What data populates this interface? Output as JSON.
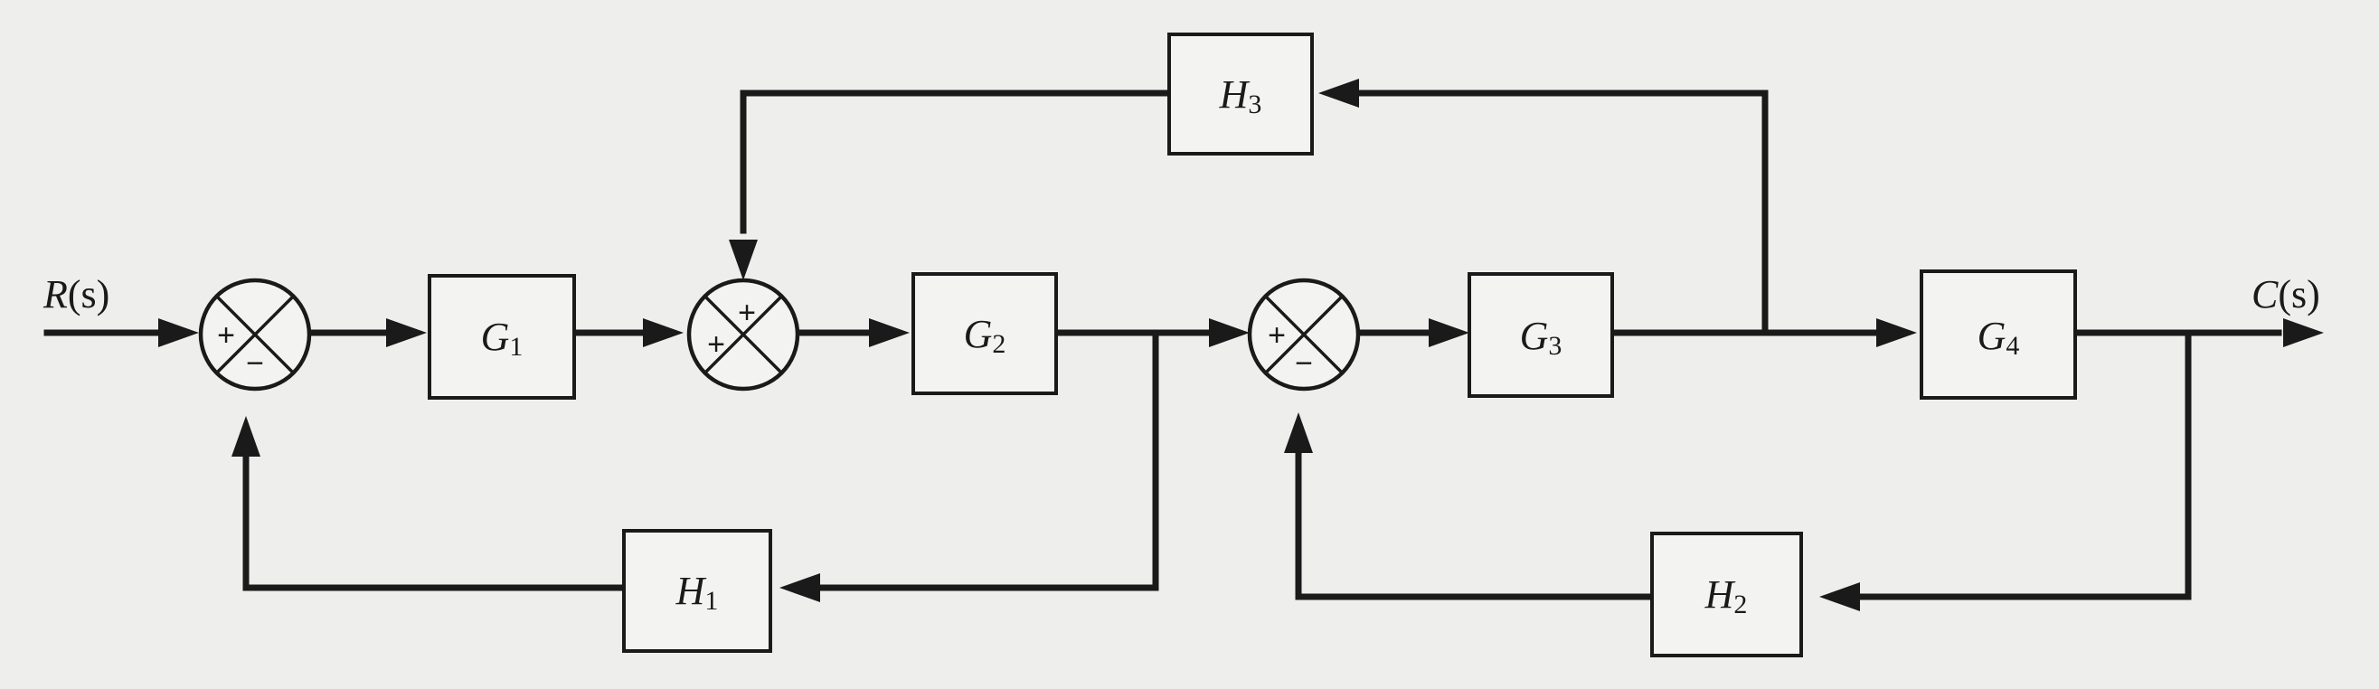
{
  "signals": {
    "input": {
      "name": "R",
      "arg": "(s)"
    },
    "output": {
      "name": "C",
      "arg": "(s)"
    }
  },
  "blocks": {
    "g1": {
      "name": "G",
      "sub": "1"
    },
    "g2": {
      "name": "G",
      "sub": "2"
    },
    "g3": {
      "name": "G",
      "sub": "3"
    },
    "g4": {
      "name": "G",
      "sub": "4"
    },
    "h1": {
      "name": "H",
      "sub": "1"
    },
    "h2": {
      "name": "H",
      "sub": "2"
    },
    "h3": {
      "name": "H",
      "sub": "3"
    }
  },
  "summing_junctions": {
    "s1": {
      "left": "+",
      "bottom": "−"
    },
    "s2": {
      "top": "+",
      "left": "+"
    },
    "s3": {
      "left": "+",
      "bottom": "−"
    }
  },
  "colors": {
    "ink": "#1a1a1a",
    "paper": "#eeeeec"
  }
}
